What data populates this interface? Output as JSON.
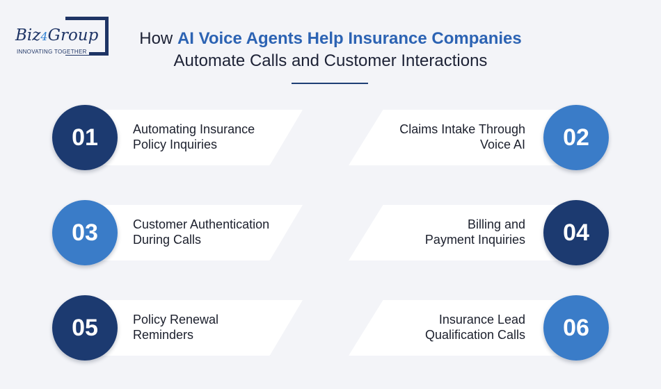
{
  "logo": {
    "brand_pre": "Biz",
    "brand_num": "4",
    "brand_post": "Group",
    "tagline": "INNOVATING TOGETHER"
  },
  "title": {
    "prefix": "How ",
    "highlight": "AI Voice Agents Help Insurance Companies",
    "line2": "Automate Calls and Customer Interactions"
  },
  "colors": {
    "dark_navy": "#1c3a70",
    "light_blue": "#3a7cc8",
    "title_highlight": "#2c63b3"
  },
  "items": [
    {
      "number": "01",
      "line1": "Automating Insurance",
      "line2": "Policy Inquiries",
      "circle_color": "#1c3a70"
    },
    {
      "number": "02",
      "line1": "Claims Intake Through",
      "line2": "Voice AI",
      "circle_color": "#3a7cc8"
    },
    {
      "number": "03",
      "line1": "Customer Authentication",
      "line2": "During Calls",
      "circle_color": "#3a7cc8"
    },
    {
      "number": "04",
      "line1": "Billing and",
      "line2": "Payment Inquiries",
      "circle_color": "#1c3a70"
    },
    {
      "number": "05",
      "line1": "Policy Renewal",
      "line2": "Reminders",
      "circle_color": "#1c3a70"
    },
    {
      "number": "06",
      "line1": "Insurance Lead",
      "line2": "Qualification Calls",
      "circle_color": "#3a7cc8"
    }
  ]
}
